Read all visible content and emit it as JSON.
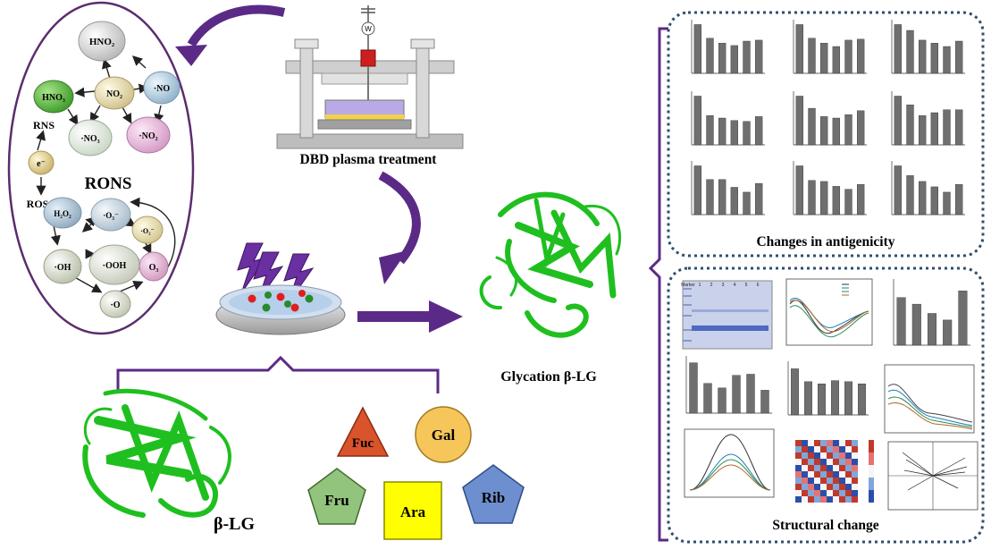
{
  "rons": {
    "title": "RONS",
    "rns_label": "RNS",
    "ros_label": "ROS",
    "species": {
      "hno2": "HNO₂",
      "hno3": "HNO₃",
      "no2": "NO₂",
      "no": "·NO",
      "no3": "·NO₃",
      "no2_rad": "·NO₂",
      "electron": "e⁻",
      "h2o2": "H₂O₂",
      "o3_rad": "·O₃⁻",
      "o2_rad": "·O₂⁻",
      "oh": "·OH",
      "ooh": "·OOH",
      "o3": "O₃",
      "o": "·O"
    }
  },
  "dbd": {
    "label": "DBD plasma treatment"
  },
  "glycation": {
    "label": "Glycation β-LG"
  },
  "beta_lg": {
    "label": "β-LG"
  },
  "sugars": {
    "fuc": "Fuc",
    "gal": "Gal",
    "fru": "Fru",
    "ara": "Ara",
    "rib": "Rib"
  },
  "antigenicity": {
    "title": "Changes in antigenicity",
    "panels": [
      {
        "values": [
          100,
          72,
          62,
          57,
          66,
          68
        ]
      },
      {
        "values": [
          100,
          72,
          62,
          55,
          68,
          70
        ]
      },
      {
        "values": [
          100,
          88,
          68,
          62,
          55,
          66
        ]
      },
      {
        "values": [
          100,
          60,
          55,
          50,
          48,
          58
        ]
      },
      {
        "values": [
          100,
          75,
          58,
          55,
          62,
          70
        ]
      },
      {
        "values": [
          100,
          82,
          60,
          66,
          72,
          72
        ]
      },
      {
        "values": [
          100,
          72,
          72,
          56,
          46,
          64
        ]
      },
      {
        "values": [
          100,
          70,
          68,
          58,
          52,
          62
        ]
      },
      {
        "values": [
          100,
          80,
          68,
          57,
          46,
          62
        ]
      }
    ]
  },
  "structural": {
    "title": "Structural change",
    "sds_lanes": [
      "Marker",
      "1",
      "2",
      "3",
      "4",
      "5",
      "6"
    ]
  },
  "colors": {
    "rons_oval": "#5b2c6f",
    "arrow_purple": "#5b2a86",
    "protein_green": "#1fbf1f",
    "box_dotted": "#2f4f6f",
    "fuc": "#d9532b",
    "gal": "#f7c65a",
    "fru": "#93c47d",
    "ara": "#ffff00",
    "rib": "#6d8fcf"
  }
}
